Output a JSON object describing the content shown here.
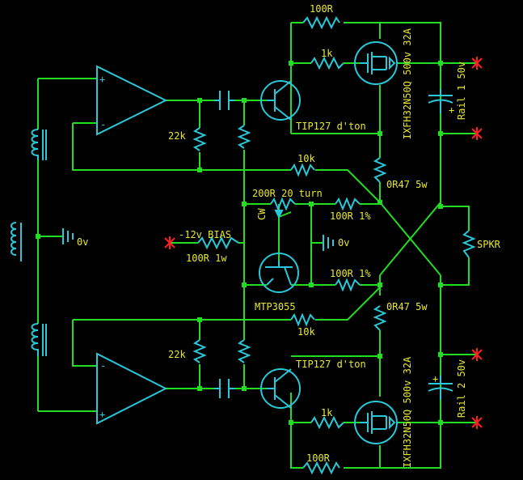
{
  "colors": {
    "background": "#000000",
    "wire": "#22dd22",
    "component": "#29c8d8",
    "label": "#e8e830",
    "terminal": "#ff2020",
    "junction": "#22dd22"
  },
  "labels": {
    "r_top_100r": "100R",
    "r_top_1k": "1k",
    "q1_mosfet": "IXFH32N50Q 500v 32A",
    "rail1_cap": "Rail 1 50v",
    "r_22k_top": "22k",
    "tip127_top": "TIP127 d'ton",
    "r_10k_top": "10k",
    "r_0r47_top": "0R47 5w",
    "pot": "200R 20 turn",
    "cw": "CW",
    "r_100r1_top": "100R 1%",
    "spkr": "SPKR",
    "bias": "-12v BIAS",
    "gnd_left": "0v",
    "gnd_mid": "0v",
    "r_bias": "100R 1w",
    "r_100r1_bot": "100R 1%",
    "mtp": "MTP3055",
    "r_0r47_bot": "0R47 5w",
    "r_10k_bot": "10k",
    "r_22k_bot": "22k",
    "tip127_bot": "TIP127 d'ton",
    "q2_mosfet": "IXFH32N50Q 500v 32A",
    "rail2_cap": "Rail 2 50v",
    "r_bot_1k": "1k",
    "r_bot_100r": "100R",
    "opamp_plus": "+",
    "opamp_minus": "-",
    "cap_plus": "+"
  }
}
